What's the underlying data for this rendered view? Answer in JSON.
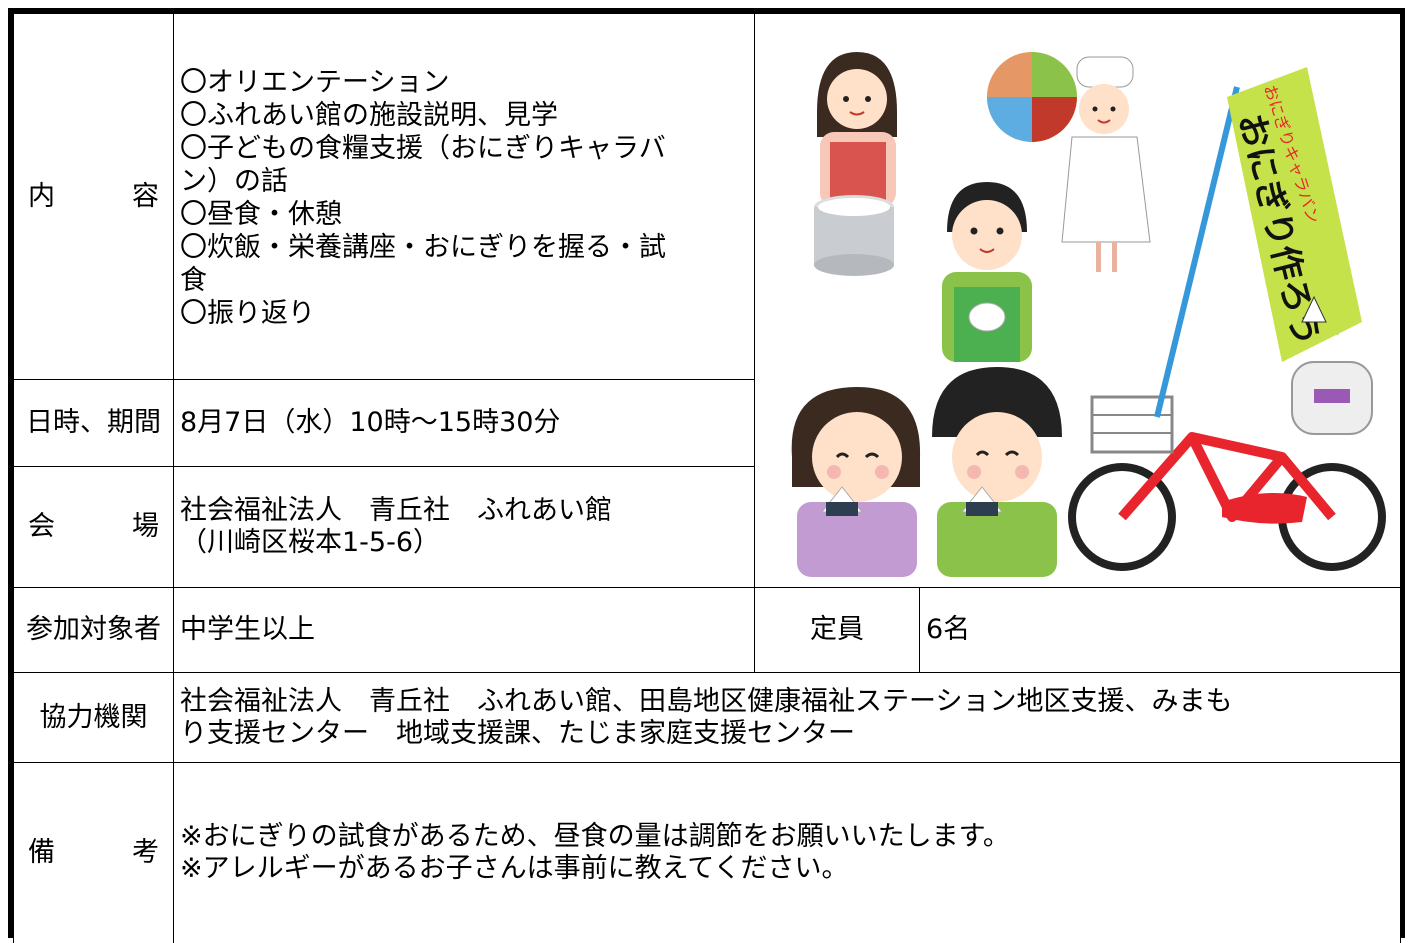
{
  "content": {
    "label": [
      "内",
      "容"
    ],
    "lines": [
      "〇オリエンテーション",
      "〇ふれあい館の施設説明、見学",
      "〇子どもの食糧支援（おにぎりキャラバ",
      "ン）の話",
      "〇昼食・休憩",
      "〇炊飯・栄養講座・おにぎりを握る・試",
      "食",
      "〇振り返り"
    ]
  },
  "datetime": {
    "label": "日時、期間",
    "value": "8月7日（水）10時～15時30分"
  },
  "venue": {
    "label": [
      "会",
      "場"
    ],
    "line1": "社会福祉法人　青丘社　ふれあい館",
    "line2": "（川崎区桜本1-5-6）"
  },
  "target": {
    "label": "参加対象者",
    "value": "中学生以上"
  },
  "capacity": {
    "label": "定員",
    "value": "6名"
  },
  "partners": {
    "label": "協力機関",
    "line1": "社会福祉法人　青丘社　ふれあい館、田島地区健康福祉ステーション地区支援、みまも",
    "line2": "り支援センター　地域支援課、たじま家庭支援センター"
  },
  "notes": {
    "label": [
      "備",
      "考"
    ],
    "line1": "※おにぎりの試食があるため、昼食の量は調節をお願いいたします。",
    "line2": "※アレルギーがあるお子さんは事前に教えてください。"
  },
  "illustration": {
    "banner_small": "おにぎりキャラバン",
    "banner_large": "おにぎり作ろう",
    "colors": {
      "banner": "#c6e24a",
      "bike": "#e8242c",
      "apron_red": "#d9534f",
      "apron_green": "#4caf50"
    }
  }
}
